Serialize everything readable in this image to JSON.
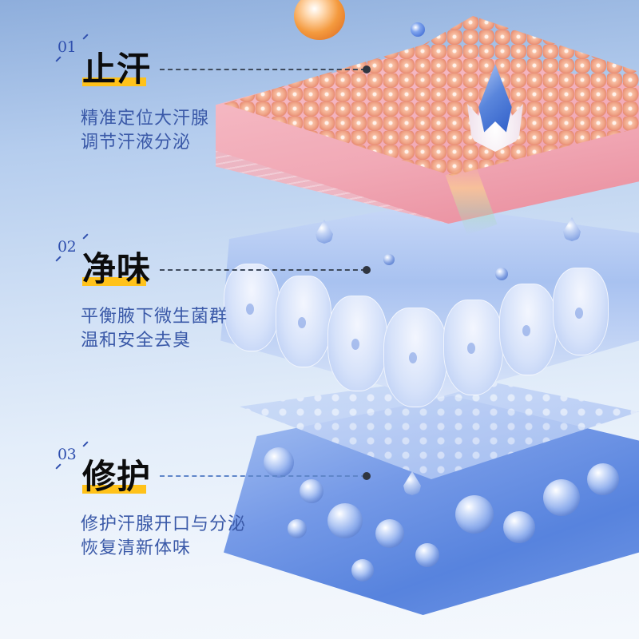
{
  "features": [
    {
      "number": "01",
      "title": "止汗",
      "lines": [
        "精准定位大汗腺",
        "调节汗液分泌"
      ]
    },
    {
      "number": "02",
      "title": "净味",
      "lines": [
        "平衡腋下微生菌群",
        "温和安全去臭"
      ]
    },
    {
      "number": "03",
      "title": "修护",
      "lines": [
        "修护汗腺开口与分泌",
        "恢复清新体味"
      ]
    }
  ],
  "colors": {
    "number_text": "#2f4fae",
    "title_text": "#0c0c0c",
    "title_highlight": "#ffc21a",
    "description_text": "#3a59a8",
    "leader_line": "#3e4a5c",
    "skin_layer": "#f1a9b6",
    "cell_layer": "#a6c0f0",
    "sponge_layer": "#4f7ddc"
  },
  "illustration": {
    "layers": [
      "skin-surface-layer",
      "cell-layer",
      "bubble-sponge-layer"
    ]
  }
}
